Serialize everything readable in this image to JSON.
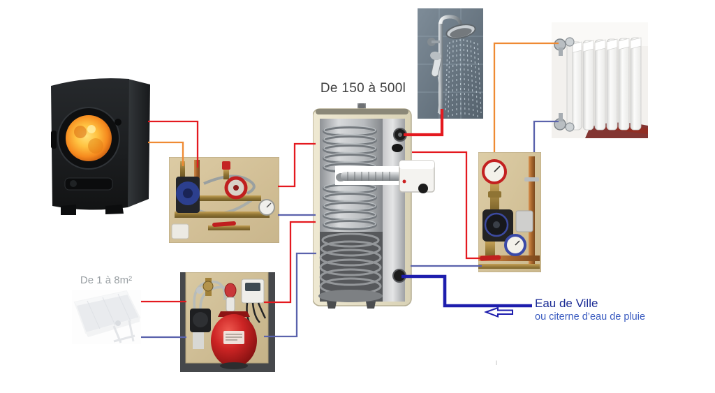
{
  "labels": {
    "tank_capacity": "De 150 à 500l",
    "solar_area": "De 1 à 8m²",
    "water_primary": "Eau de Ville",
    "water_secondary": "ou citerne d’eau de pluie",
    "stray_mark": "l"
  },
  "colors": {
    "hot_line": "#e4191f",
    "warm_line": "#ef8a33",
    "cool_line": "#5a62ac",
    "city_water": "#1d1dad",
    "tank_label_text": "#3f3f3f",
    "solar_label_text": "#9aa0a4",
    "water_text_primary": "#192a94",
    "water_text_secondary": "#3a5bc0"
  },
  "components": {
    "stove": "wood stove with fire window",
    "loading_unit": "boiler loading pump group",
    "tank": "combined buffer tank with coils",
    "heater": "electric immersion heater",
    "shower": "rain shower",
    "radiator": "wall radiator",
    "heating_pump": "heating circuit pump group",
    "expansion_group": "expansion vessel and pump group",
    "solar": "solar thermal panel"
  }
}
